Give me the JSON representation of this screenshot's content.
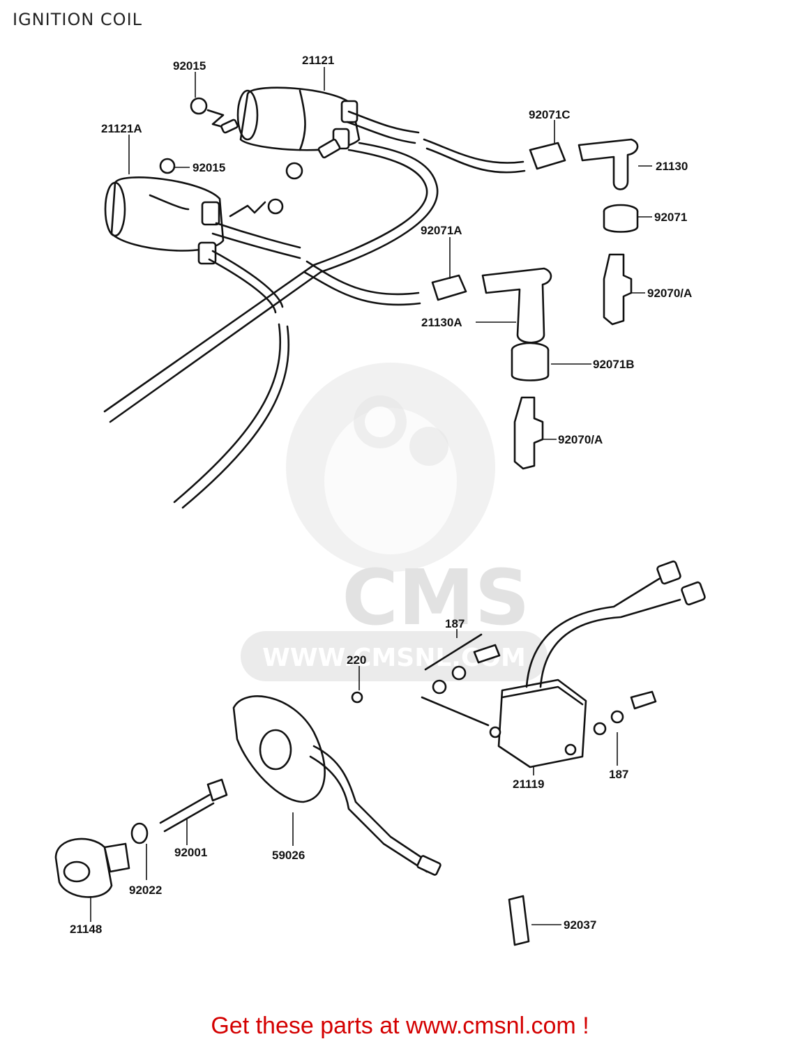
{
  "title": "IGNITION COIL",
  "footer": "Get these parts at www.cmsnl.com !",
  "watermark": {
    "logo": "CMS",
    "url": "WWW.CMSNL.COM"
  },
  "colors": {
    "footer_text": "#d40000",
    "line_art": "#111111",
    "watermark": "#e2e2e2"
  },
  "part_labels": {
    "p92015_top": "92015",
    "p21121": "21121",
    "p21121A": "21121A",
    "p92015_mid": "92015",
    "p92071C": "92071C",
    "p21130": "21130",
    "p92071": "92071",
    "p92071A": "92071A",
    "p92070A_top": "92070/A",
    "p21130A": "21130A",
    "p92071B": "92071B",
    "p92070A_bottom": "92070/A",
    "p187_top": "187",
    "p220": "220",
    "p21119": "21119",
    "p187_right": "187",
    "p92001": "92001",
    "p59026": "59026",
    "p92022": "92022",
    "p21148": "21148",
    "p92037": "92037"
  }
}
